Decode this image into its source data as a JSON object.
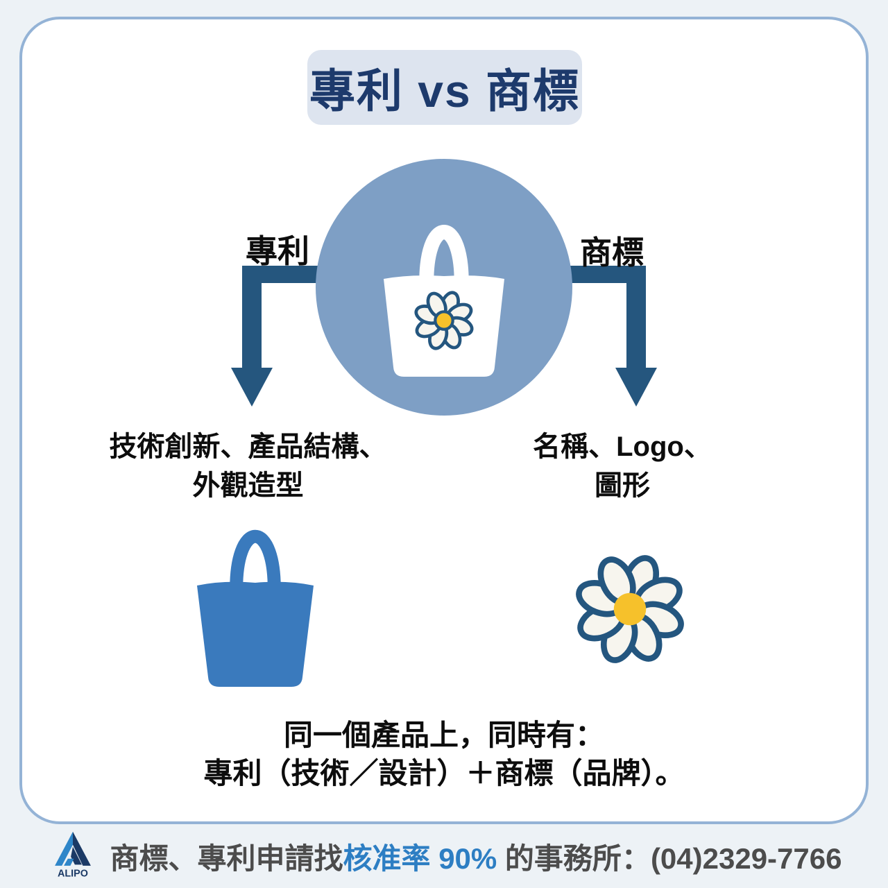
{
  "title": "專利 vs 商標",
  "diagram": {
    "center_illustration": "white-tote-bag-with-daisy-in-blue-circle",
    "left_branch": {
      "label": "專利",
      "line1": "技術創新、產品結構、",
      "line2": "外觀造型",
      "illustration": "blue-tote-bag"
    },
    "right_branch": {
      "label": "商標",
      "line1": "名稱、Logo、",
      "line2": "圖形",
      "illustration": "daisy-flower"
    }
  },
  "summary": {
    "line1": "同一個產品上，同時有：",
    "line2": "專利（技術／設計）＋商標（品牌）。"
  },
  "footer": {
    "logo_text": "ALIPO",
    "text_prefix": "商標、專利申請找",
    "text_highlight": "核准率 90%",
    "text_suffix": " 的事務所：",
    "phone": "(04)2329-7766"
  },
  "colors": {
    "page_background": "#edf2f6",
    "card_border": "#94b3d6",
    "title_box_background": "#dde4ef",
    "title_text": "#1d3a6c",
    "circle_fill": "#7e9fc5",
    "arrow": "#25567e",
    "blue_bag": "#3a7abd",
    "daisy_outline": "#24567f",
    "daisy_petal": "#f7f5ee",
    "daisy_center": "#f6c12b",
    "footer_text": "#4c4c4c",
    "footer_highlight": "#2d7ec3",
    "logo_light_blue": "#2e86c9",
    "logo_navy": "#1b3a66"
  }
}
